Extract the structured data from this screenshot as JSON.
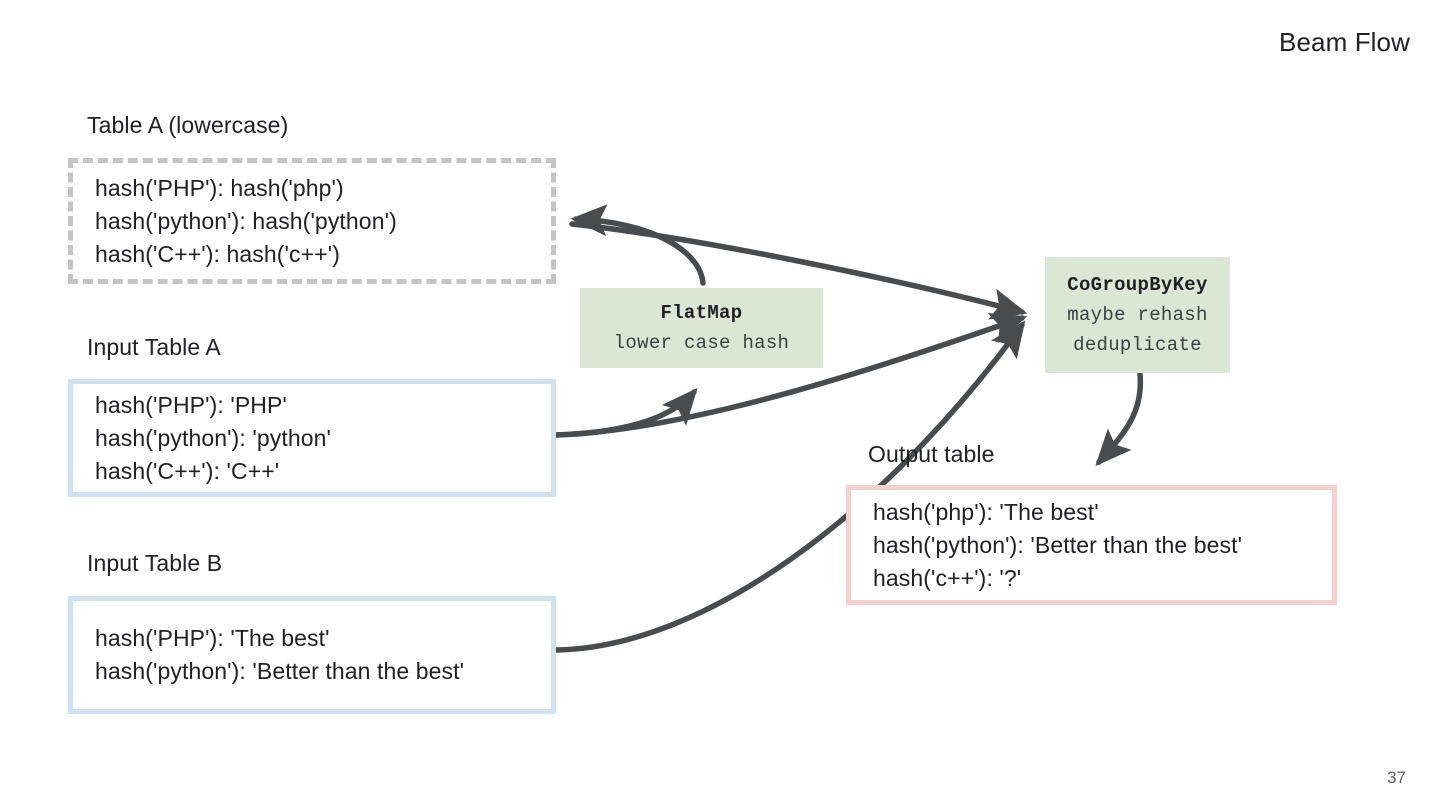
{
  "deck": {
    "title": "Beam Flow",
    "page_number": "37"
  },
  "captions": {
    "table_a_lower": "Table A (lowercase)",
    "input_table_a": "Input Table A",
    "input_table_b": "Input Table B",
    "output_table": "Output table"
  },
  "tables": {
    "table_a_lower": {
      "style": "dashed-gray",
      "border_color": "#c4c4c4",
      "rows": [
        "hash('PHP'): hash('php')",
        "hash('python'): hash('python')",
        "hash('C++'): hash('c++')"
      ]
    },
    "input_table_a": {
      "style": "solid-blue",
      "border_color": "#cfe2f3",
      "rows": [
        "hash('PHP'): 'PHP'",
        "hash('python'): 'python'",
        "hash('C++'): 'C++'"
      ]
    },
    "input_table_b": {
      "style": "solid-blue",
      "border_color": "#cfe2f3",
      "rows": [
        "hash('PHP'): 'The best'",
        "hash('python'): 'Better than the best'"
      ]
    },
    "output_table": {
      "style": "solid-pink",
      "border_color": "#f6cfcf",
      "rows": [
        "hash('php'): 'The best'",
        "hash('python'): 'Better than the best'",
        "hash('c++'): '?'"
      ]
    }
  },
  "transforms": {
    "flatmap": {
      "title": "FlatMap",
      "lines": [
        "lower case hash"
      ],
      "fill": "#d9e7d3"
    },
    "cogroupbykey": {
      "title": "CoGroupByKey",
      "lines": [
        "maybe rehash",
        "deduplicate"
      ],
      "fill": "#d9e7d3"
    }
  },
  "arrows": {
    "color": "#494c4e",
    "edges": [
      {
        "name": "input-a-to-flatmap",
        "from": "input_table_a",
        "to": "flatmap"
      },
      {
        "name": "flatmap-to-table-a-lower",
        "from": "flatmap",
        "to": "table_a_lower"
      },
      {
        "name": "table-a-lower-to-cogroupbykey",
        "from": "table_a_lower",
        "to": "cogroupbykey"
      },
      {
        "name": "input-a-to-cogroupbykey",
        "from": "input_table_a",
        "to": "cogroupbykey"
      },
      {
        "name": "input-b-to-cogroupbykey",
        "from": "input_table_b",
        "to": "cogroupbykey"
      },
      {
        "name": "cogroupbykey-to-output",
        "from": "cogroupbykey",
        "to": "output_table"
      }
    ]
  }
}
